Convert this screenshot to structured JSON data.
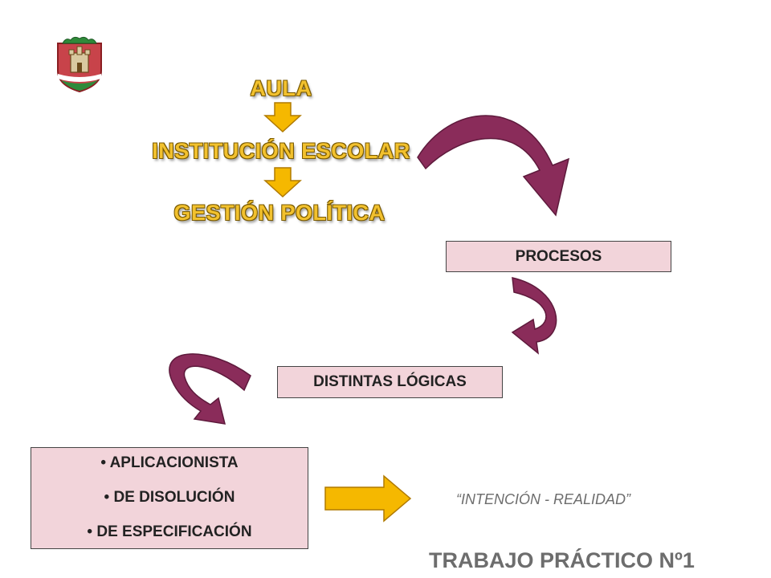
{
  "diagram": {
    "levels": [
      "AULA",
      "INSTITUCIÓN ESCOLAR",
      "GESTIÓN POLÍTICA"
    ],
    "processes_box": "PROCESOS",
    "logics_box": "DISTINTAS LÓGICAS",
    "logic_types": [
      "APLICACIONISTA",
      "DE DISOLUCIÓN",
      "DE ESPECIFICACIÓN"
    ],
    "bullet": "•",
    "quote": "“INTENCIÓN - REALIDAD”",
    "footer": "TRABAJO PRÁCTICO Nº1"
  },
  "colors": {
    "heading_fill": "#f2c12e",
    "box_fill": "#f2d4da",
    "arrow_gold": "#f5b800",
    "curve_arrow": "#8a2c5a",
    "muted_text": "#6d6d6d"
  },
  "icons": {
    "logo": "coat-of-arms-icon",
    "down_arrow": "arrow-down-icon",
    "curved_arrow": "curved-arrow-icon",
    "right_arrow": "arrow-right-icon"
  }
}
